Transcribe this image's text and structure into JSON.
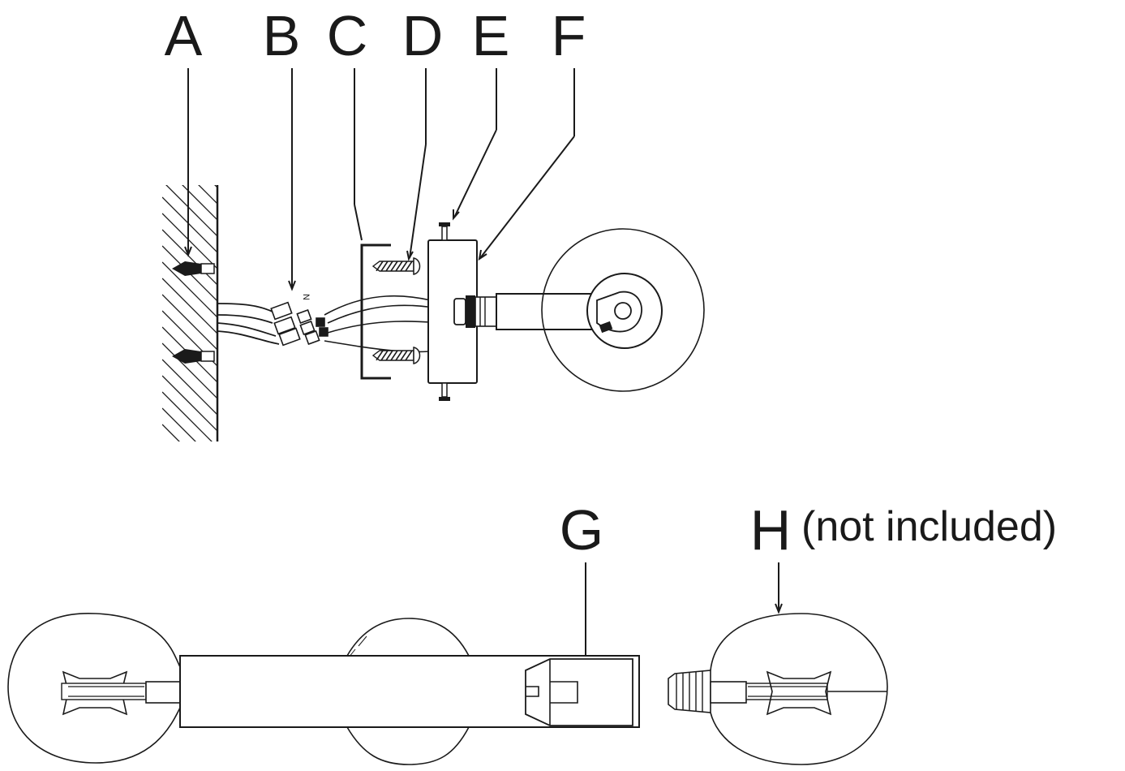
{
  "labels": {
    "a": "A",
    "b": "B",
    "c": "C",
    "d": "D",
    "e": "E",
    "f": "F",
    "g": "G",
    "h": "H",
    "h_note": "(not included)",
    "wire_mark": "N"
  }
}
